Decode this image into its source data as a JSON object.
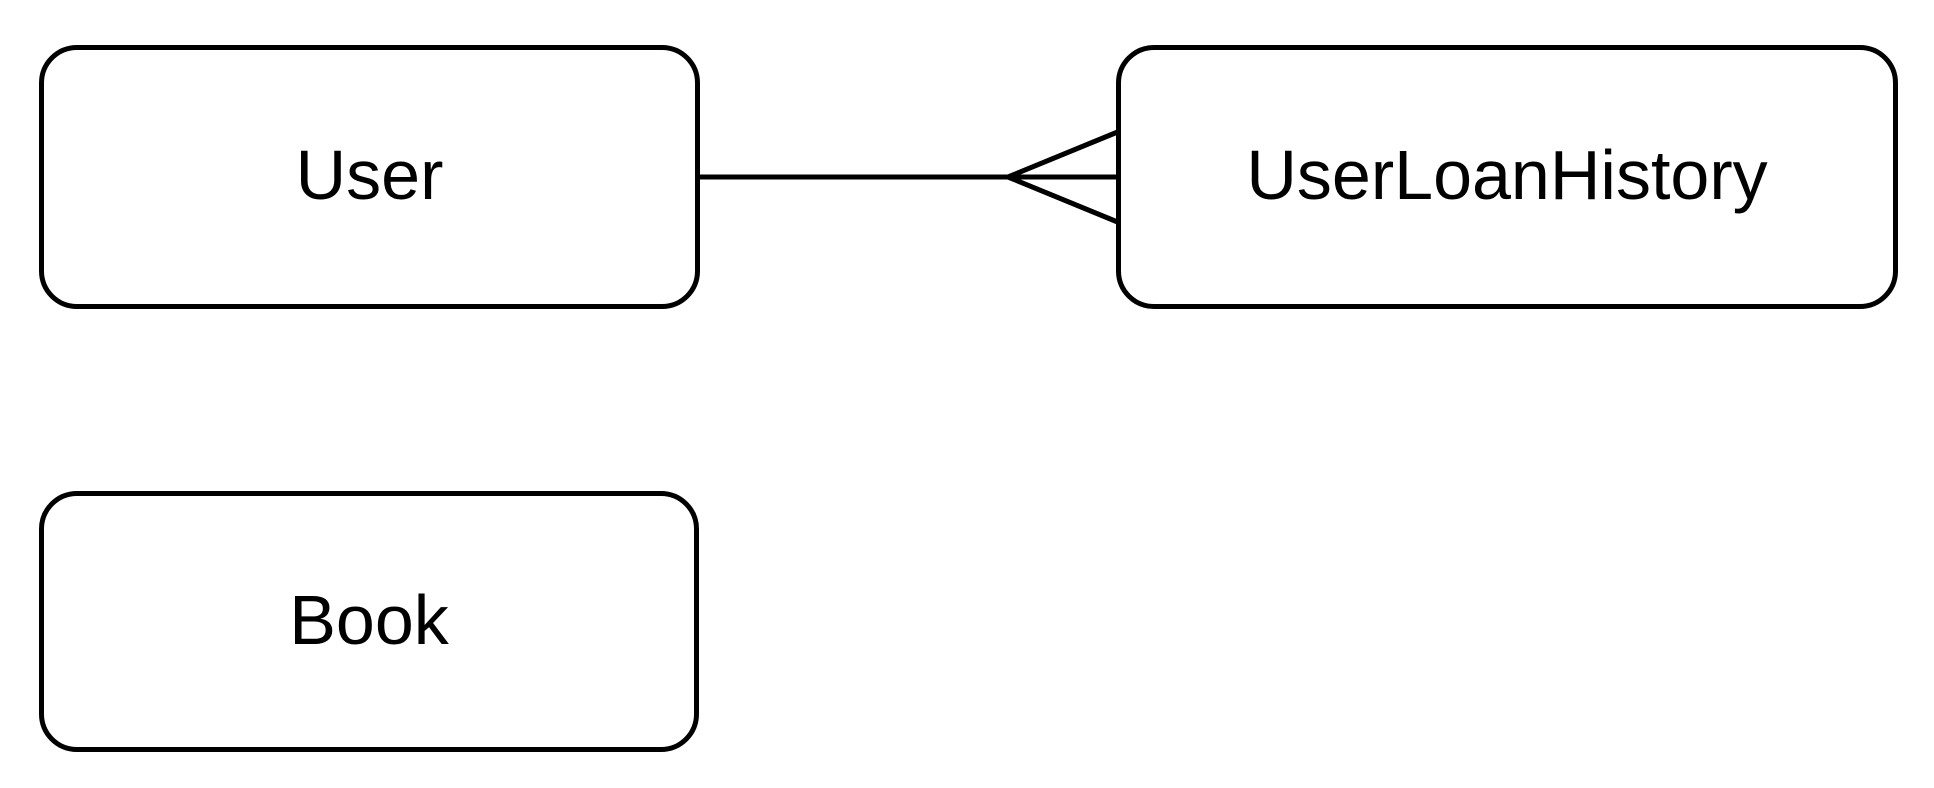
{
  "diagram": {
    "entities": [
      {
        "id": "user",
        "label": "User"
      },
      {
        "id": "userLoanHistory",
        "label": "UserLoanHistory"
      },
      {
        "id": "book",
        "label": "Book"
      }
    ],
    "relationships": [
      {
        "from": "User",
        "to": "UserLoanHistory",
        "cardinality": "one-to-many",
        "notation": "crow-foot",
        "from_anchor": "right",
        "to_anchor": "left"
      }
    ],
    "colors": {
      "stroke": "#000000",
      "background": "#ffffff",
      "text": "#000000"
    }
  }
}
